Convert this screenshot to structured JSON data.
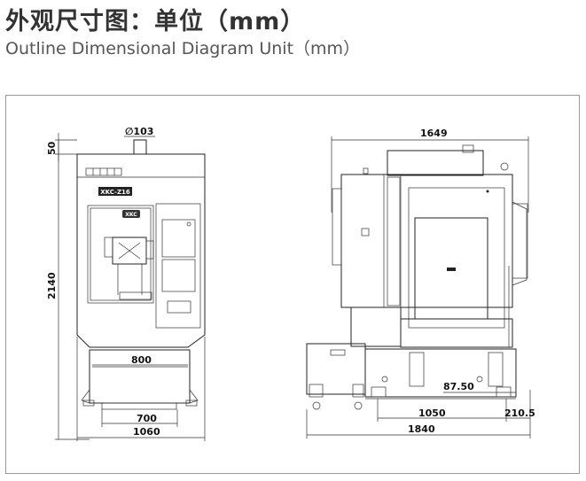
{
  "title": {
    "cn": "外观尺寸图：单位（mm）",
    "en": "Outline Dimensional Diagram Unit（mm）"
  },
  "front_view": {
    "diameter": "∅103",
    "height_top": "50",
    "height_total": "2140",
    "width_inner": "800",
    "width_base": "700",
    "width_total": "1060",
    "model_label": "XKC-Z16",
    "logo_label": "XKC"
  },
  "side_view": {
    "width_top": "1649",
    "width_1050": "1050",
    "width_total": "1840",
    "offset_87": "87.50",
    "offset_210": "210.5"
  }
}
